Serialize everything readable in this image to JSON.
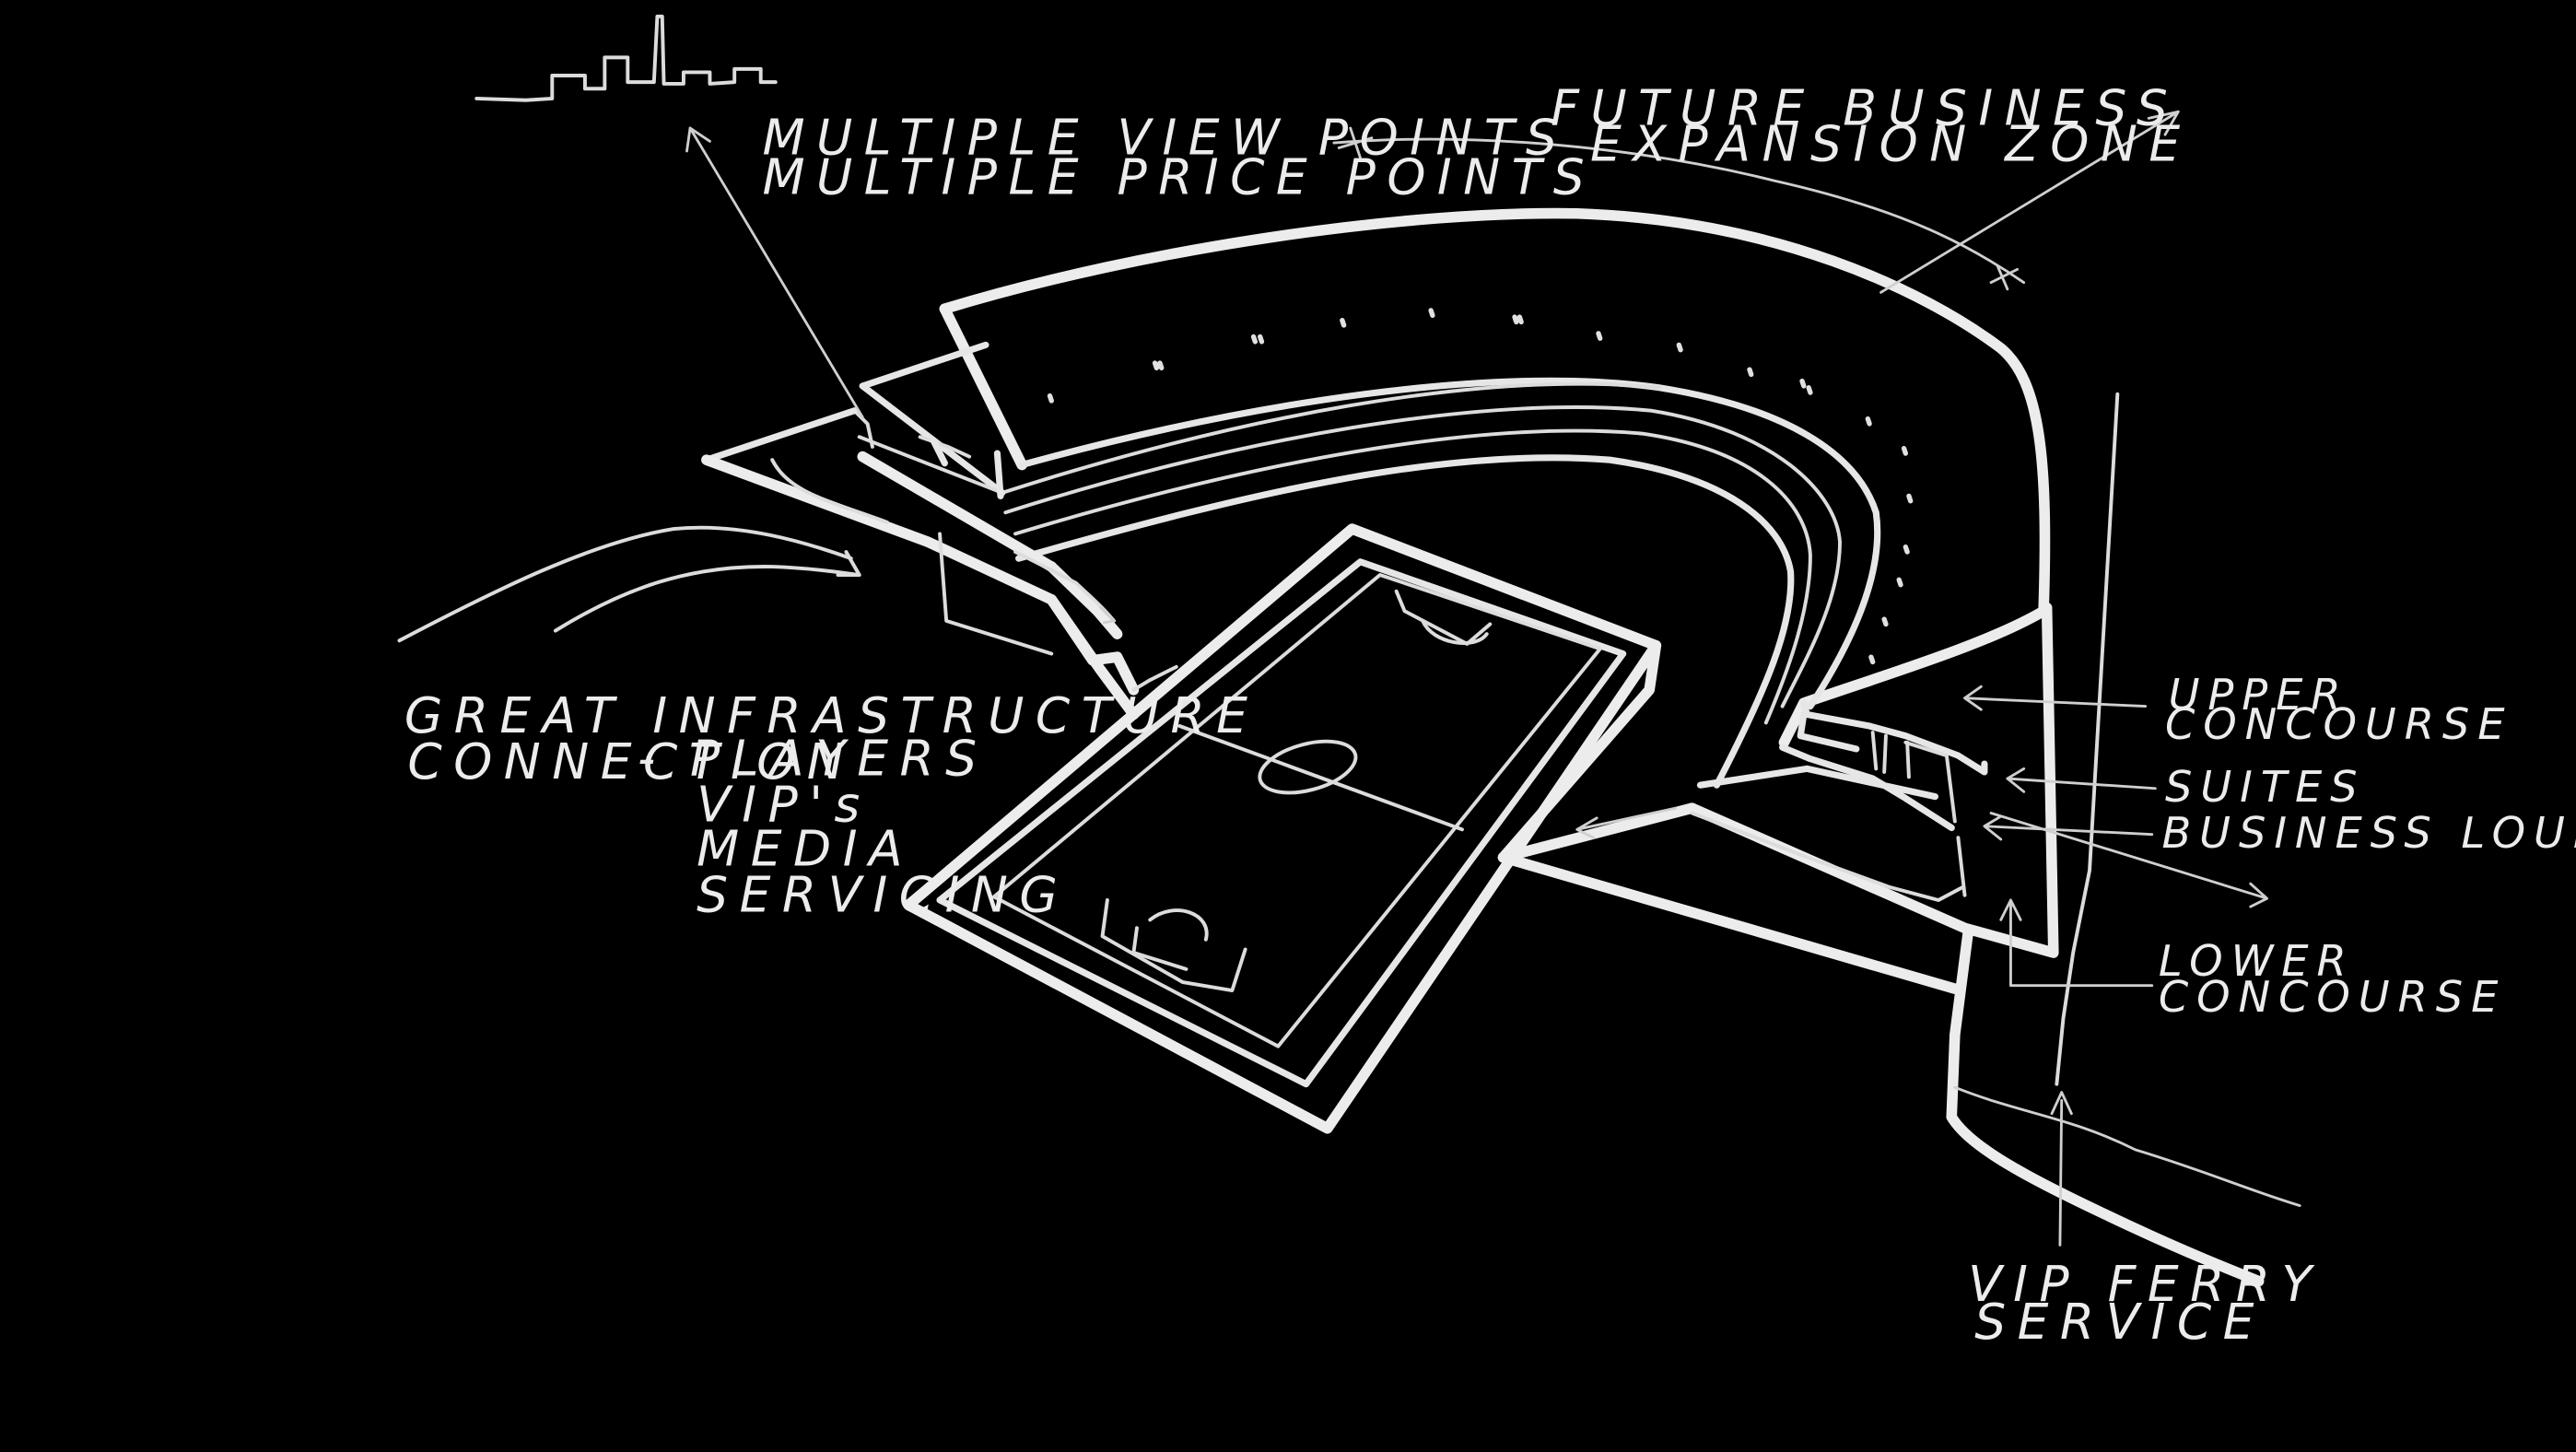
{
  "colors": {
    "background": "#000000",
    "ink": "#ececec"
  },
  "labels": {
    "view_points": "MULTIPLE VIEW POINTS",
    "price_points": "MULTIPLE PRICE POINTS",
    "future_business": "FUTURE BUSINESS",
    "expansion_zone": "EXPANSION ZONE",
    "infrastructure_line1": "GREAT INFRASTRUCTURE",
    "infrastructure_line2": "CONNECTION",
    "infrastructure_dash": "-",
    "players": "PLAYERS",
    "vips": "VIP's",
    "media": "MEDIA",
    "servicing": "SERVICING",
    "upper": "UPPER",
    "concourse_upper": "CONCOURSE",
    "suites": "SUITES",
    "business_lounge": "BUSINESS LOUNGE",
    "lower": "LOWER",
    "concourse_lower": "CONCOURSE",
    "vip_ferry": "VIP FERRY",
    "service": "SERVICE"
  }
}
